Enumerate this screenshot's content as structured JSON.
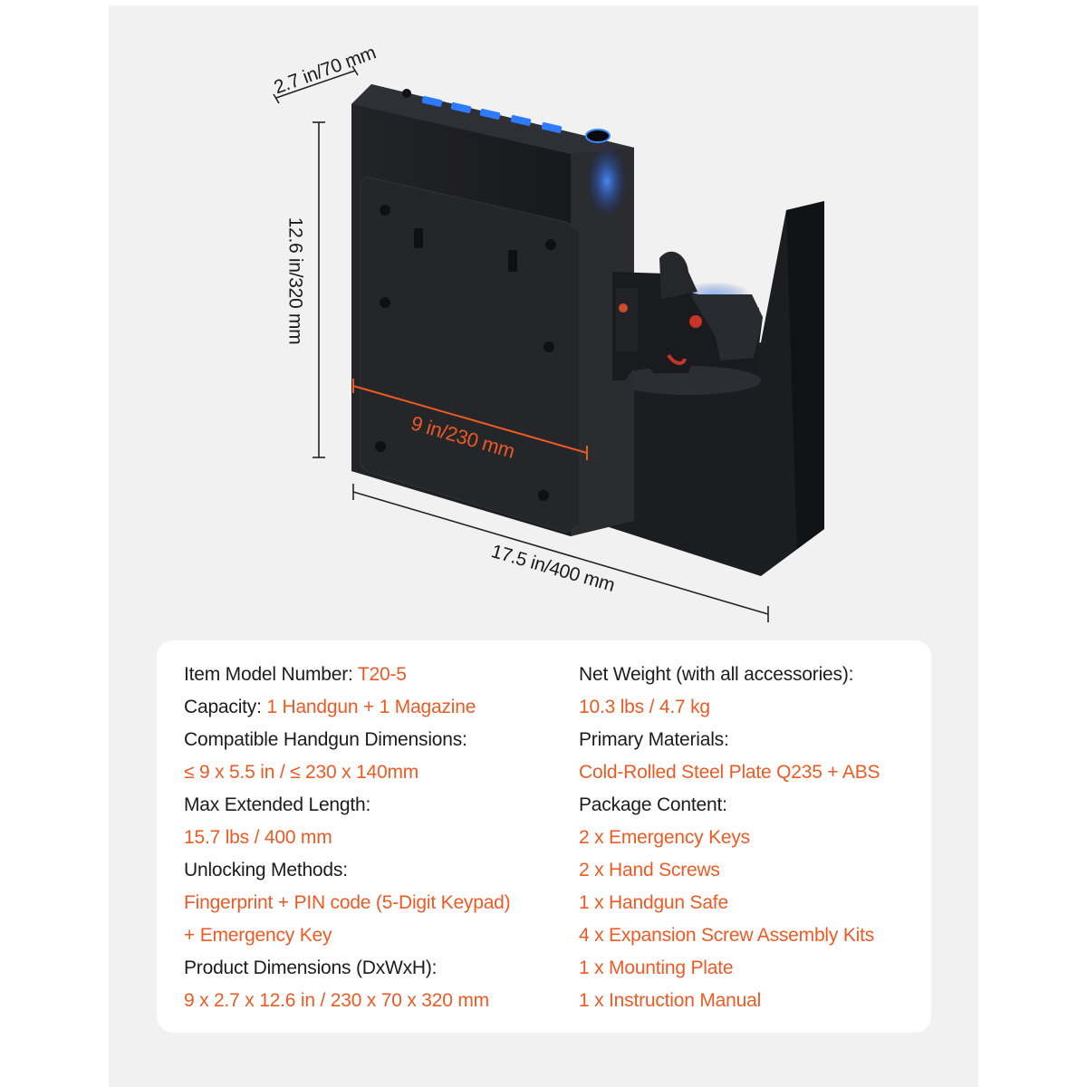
{
  "dimensions": {
    "depth": "2.7 in/70 mm",
    "height": "12.6 in/320 mm",
    "width": "9 in/230 mm",
    "extended": "17.5 in/400 mm"
  },
  "colors": {
    "accent": "#ee5a24",
    "text": "#1c1c1c",
    "panel_bg": "#f1f1f1",
    "safe_body": "#1d1e20",
    "keypad_glow": "#2e7bff"
  },
  "specs": {
    "left": [
      {
        "key": "Item Model Number: ",
        "value": "T20-5"
      },
      {
        "key": "Capacity: ",
        "value": "1 Handgun + 1 Magazine"
      },
      {
        "key": "Compatible Handgun Dimensions:",
        "value": ""
      },
      {
        "key": "",
        "value": "≤ 9 x 5.5 in / ≤ 230 x 140mm"
      },
      {
        "key": "Max Extended Length:",
        "value": ""
      },
      {
        "key": "",
        "value": "15.7 lbs / 400 mm"
      },
      {
        "key": "Unlocking Methods:",
        "value": ""
      },
      {
        "key": "",
        "value": "Fingerprint + PIN code (5-Digit Keypad)"
      },
      {
        "key": "",
        "value": "+ Emergency Key"
      },
      {
        "key": "Product Dimensions (DxWxH):",
        "value": ""
      },
      {
        "key": "",
        "value": "9 x 2.7 x 12.6 in / 230 x 70 x 320 mm"
      }
    ],
    "right": [
      {
        "key": "Net Weight (with all accessories):",
        "value": ""
      },
      {
        "key": "",
        "value": "10.3 lbs / 4.7 kg"
      },
      {
        "key": "Primary Materials:",
        "value": ""
      },
      {
        "key": "",
        "value": "Cold-Rolled Steel Plate Q235 + ABS"
      },
      {
        "key": "Package Content:",
        "value": ""
      },
      {
        "key": "",
        "value": "2 x Emergency Keys"
      },
      {
        "key": "",
        "value": "2 x Hand Screws"
      },
      {
        "key": "",
        "value": "1 x Handgun Safe"
      },
      {
        "key": "",
        "value": "4 x Expansion Screw Assembly Kits"
      },
      {
        "key": "",
        "value": "1 x Mounting Plate"
      },
      {
        "key": "",
        "value": "1 x Instruction Manual"
      }
    ]
  }
}
